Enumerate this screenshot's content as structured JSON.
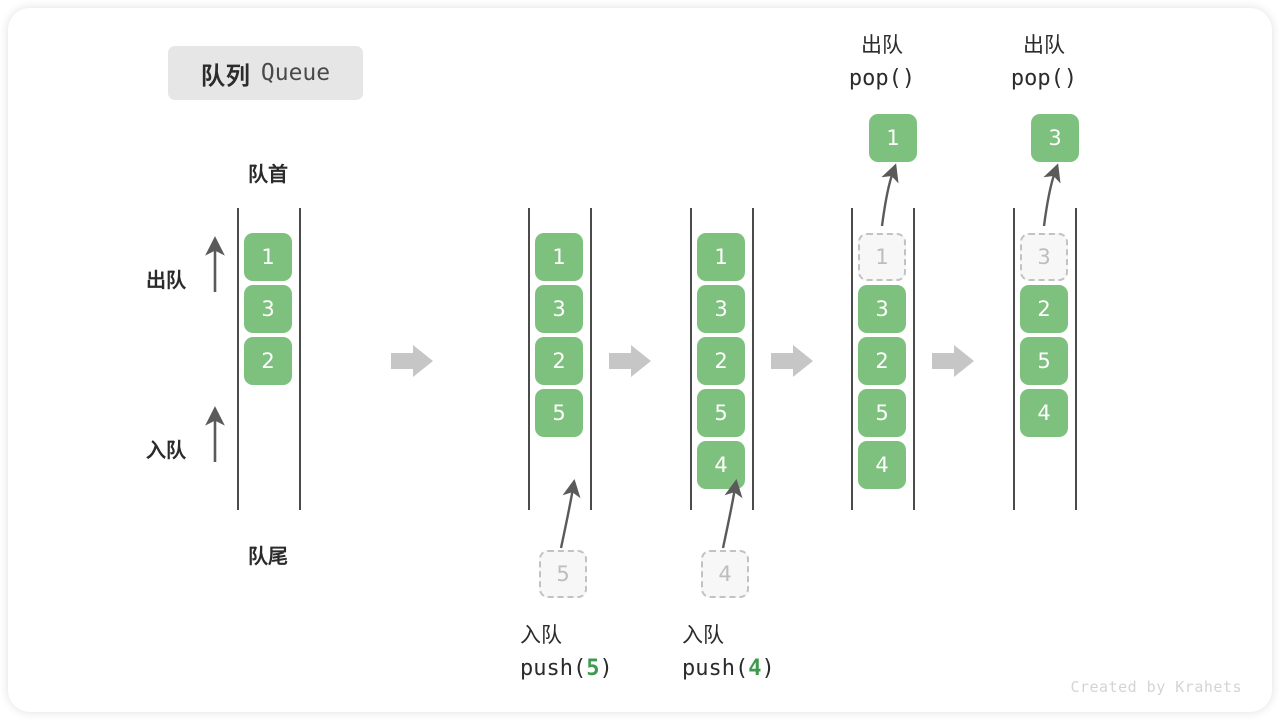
{
  "title": {
    "cn": "队列",
    "en": "Queue"
  },
  "labels": {
    "front": "队首",
    "rear": "队尾",
    "dequeue_side": "出队",
    "enqueue_side": "入队"
  },
  "credit": "Created by Krahets",
  "colors": {
    "box_fill": "#7ec17e",
    "ghost_fill": "#f7f7f7",
    "ghost_border": "#c2c2c2",
    "rail": "#4b4b4b",
    "arrow": "#5a5a5a",
    "separator": "#c6c6c6",
    "accent_text": "#3f9a4f",
    "chip_bg": "#e6e6e6"
  },
  "stages": [
    {
      "id": "initial",
      "queue": [
        "1",
        "3",
        "2"
      ],
      "ghost_top": null,
      "ghost_bottom": null,
      "popped": null,
      "caption_cn": null,
      "caption_code": null,
      "header_cn": null,
      "header_code": null
    },
    {
      "id": "push-5",
      "queue": [
        "1",
        "3",
        "2",
        "5"
      ],
      "ghost_top": null,
      "ghost_bottom": "5",
      "popped": null,
      "caption_cn": "入队",
      "caption_code": "push(",
      "caption_arg": "5",
      "caption_code_end": ")",
      "header_cn": null,
      "header_code": null
    },
    {
      "id": "push-4",
      "queue": [
        "1",
        "3",
        "2",
        "5",
        "4"
      ],
      "ghost_top": null,
      "ghost_bottom": "4",
      "popped": null,
      "caption_cn": "入队",
      "caption_code": "push(",
      "caption_arg": "4",
      "caption_code_end": ")",
      "header_cn": null,
      "header_code": null
    },
    {
      "id": "pop-1",
      "queue": [
        "3",
        "2",
        "5",
        "4"
      ],
      "ghost_top": "1",
      "ghost_bottom": null,
      "popped": "1",
      "caption_cn": null,
      "caption_code": null,
      "header_cn": "出队",
      "header_code": "pop()"
    },
    {
      "id": "pop-3",
      "queue": [
        "2",
        "5",
        "4"
      ],
      "ghost_top": "3",
      "ghost_bottom": null,
      "popped": "3",
      "caption_cn": null,
      "caption_code": null,
      "header_cn": "出队",
      "header_code": "pop()"
    }
  ],
  "separators": 4
}
